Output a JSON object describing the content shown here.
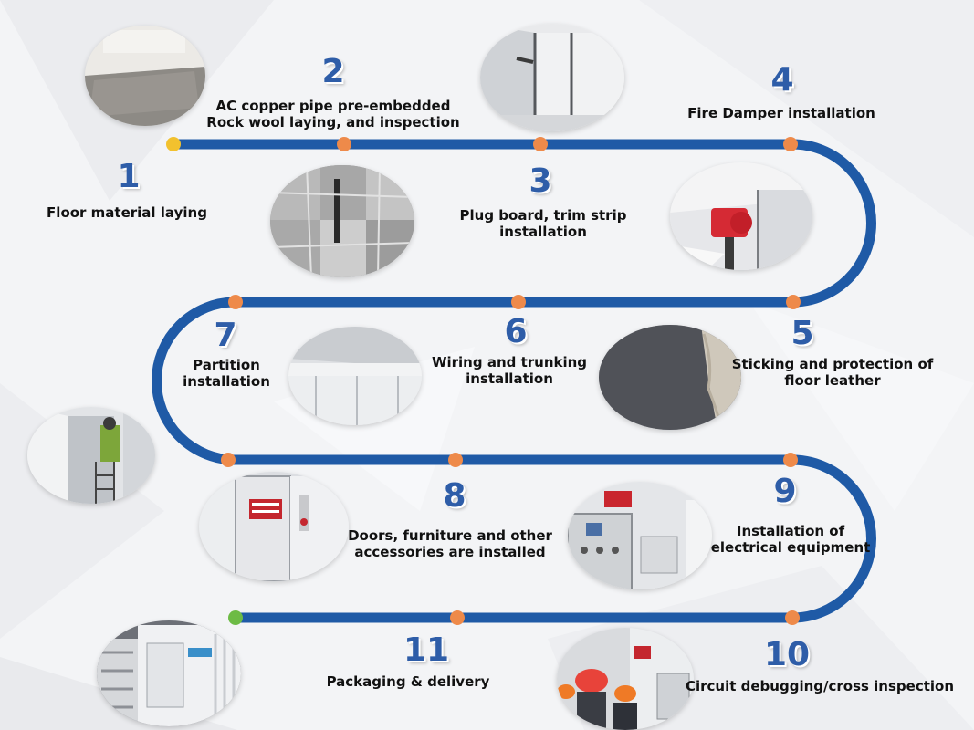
{
  "colors": {
    "track": "#1f5aa6",
    "node": "#ee8a4a",
    "start_node": "#f2c12e",
    "end_node": "#6dbb45",
    "number": "#2e5da8",
    "label": "#111111"
  },
  "steps": [
    {
      "number": "1",
      "label_lines": [
        "Floor material laying"
      ]
    },
    {
      "number": "2",
      "label_lines": [
        "AC copper pipe pre-embedded",
        "Rock wool laying, and inspection"
      ]
    },
    {
      "number": "3",
      "label_lines": [
        "Plug board, trim strip",
        "installation"
      ]
    },
    {
      "number": "4",
      "label_lines": [
        "Fire Damper installation"
      ]
    },
    {
      "number": "5",
      "label_lines": [
        "Sticking and protection of",
        "floor leather"
      ]
    },
    {
      "number": "6",
      "label_lines": [
        "Wiring and trunking",
        "installation"
      ]
    },
    {
      "number": "7",
      "label_lines": [
        "Partition",
        "installation"
      ]
    },
    {
      "number": "8",
      "label_lines": [
        "Doors, furniture and other",
        "accessories are installed"
      ]
    },
    {
      "number": "9",
      "label_lines": [
        "Installation of",
        "electrical equipment"
      ]
    },
    {
      "number": "10",
      "label_lines": [
        "Circuit debugging/cross inspection"
      ]
    },
    {
      "number": "11",
      "label_lines": [
        "Packaging & delivery"
      ]
    }
  ]
}
